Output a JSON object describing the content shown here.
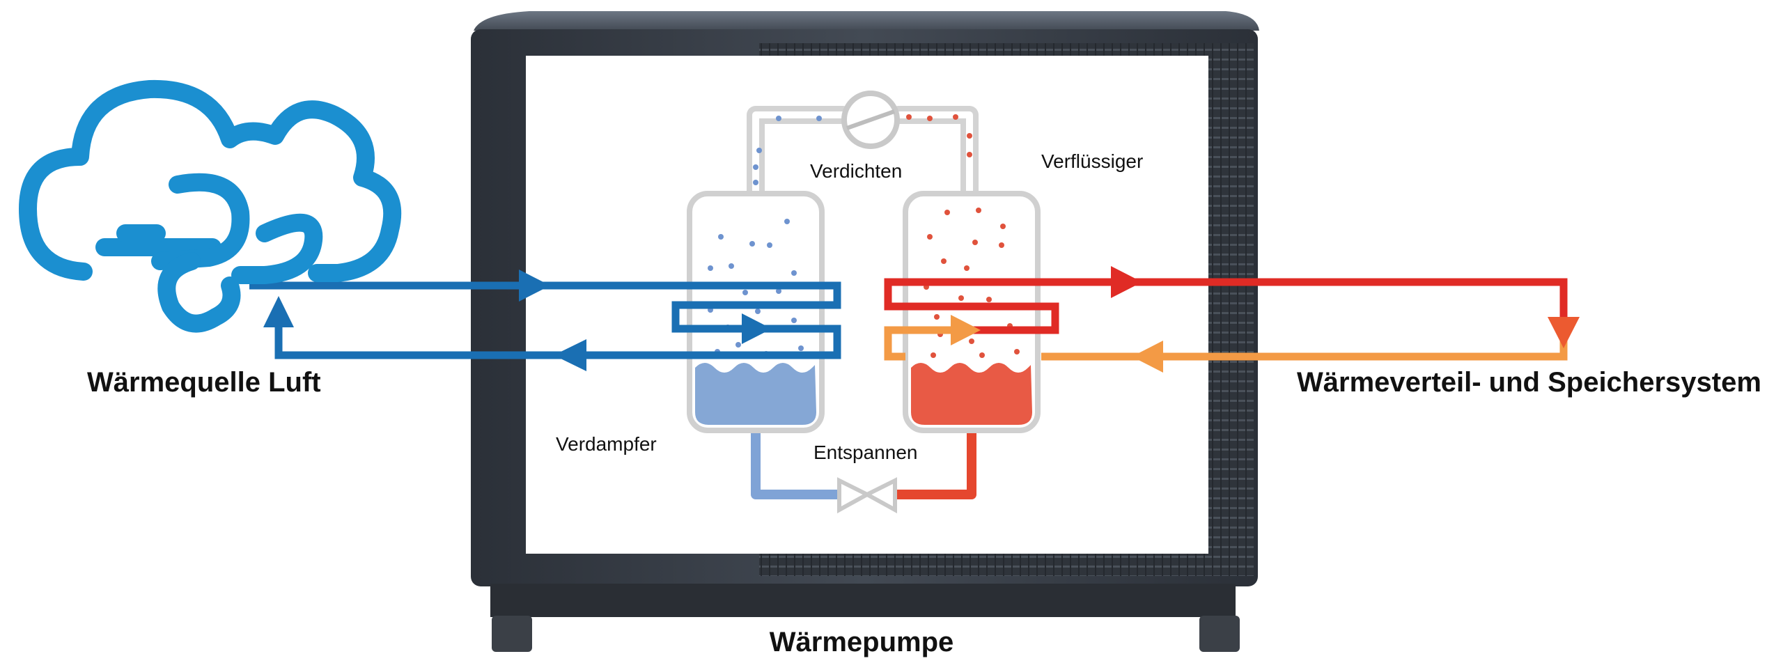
{
  "labels": {
    "source": "Wärmequelle Luft",
    "distribution": "Wärmeverteil- und Speichersystem",
    "heat_pump": "Wärmepumpe",
    "compress": "Verdichten",
    "condenser": "Verflüssiger",
    "evaporator": "Verdampfer",
    "expand": "Entspannen"
  },
  "colors": {
    "cold_loop": "#1a6fb3",
    "hot_loop_supply": "#e02b25",
    "hot_loop_return": "#f39a45",
    "evaporator_liquid": "#85a7d5",
    "condenser_liquid": "#e85a45",
    "refrigerant_cold_pipe": "#7fa3d6",
    "refrigerant_hot_pipe": "#e5472e",
    "cloud": "#1b8fd0",
    "housing": "#3a3f47",
    "vessel_outline": "#d0d0d0"
  },
  "icons": [
    "cloud-wind-icon",
    "compressor-icon",
    "expansion-valve-icon",
    "flow-arrow-icon"
  ]
}
